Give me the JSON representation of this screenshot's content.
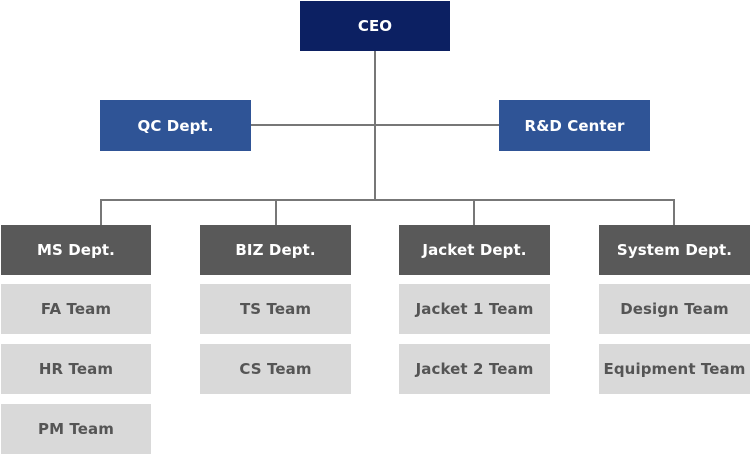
{
  "ceo": {
    "label": "CEO"
  },
  "side_units": [
    {
      "label": "QC Dept."
    },
    {
      "label": "R&D Center"
    }
  ],
  "departments": [
    {
      "label": "MS Dept.",
      "teams": [
        "FA Team",
        "HR Team",
        "PM Team"
      ]
    },
    {
      "label": "BIZ Dept.",
      "teams": [
        "TS Team",
        "CS Team"
      ]
    },
    {
      "label": "Jacket Dept.",
      "teams": [
        "Jacket 1 Team",
        "Jacket 2 Team"
      ]
    },
    {
      "label": "System Dept.",
      "teams": [
        "Design Team",
        "Equipment Team"
      ]
    }
  ],
  "colors": {
    "ceo": "#0c2062",
    "side_unit": "#2f5496",
    "department": "#595959",
    "team": "#d9d9d9",
    "connector": "#777777"
  }
}
